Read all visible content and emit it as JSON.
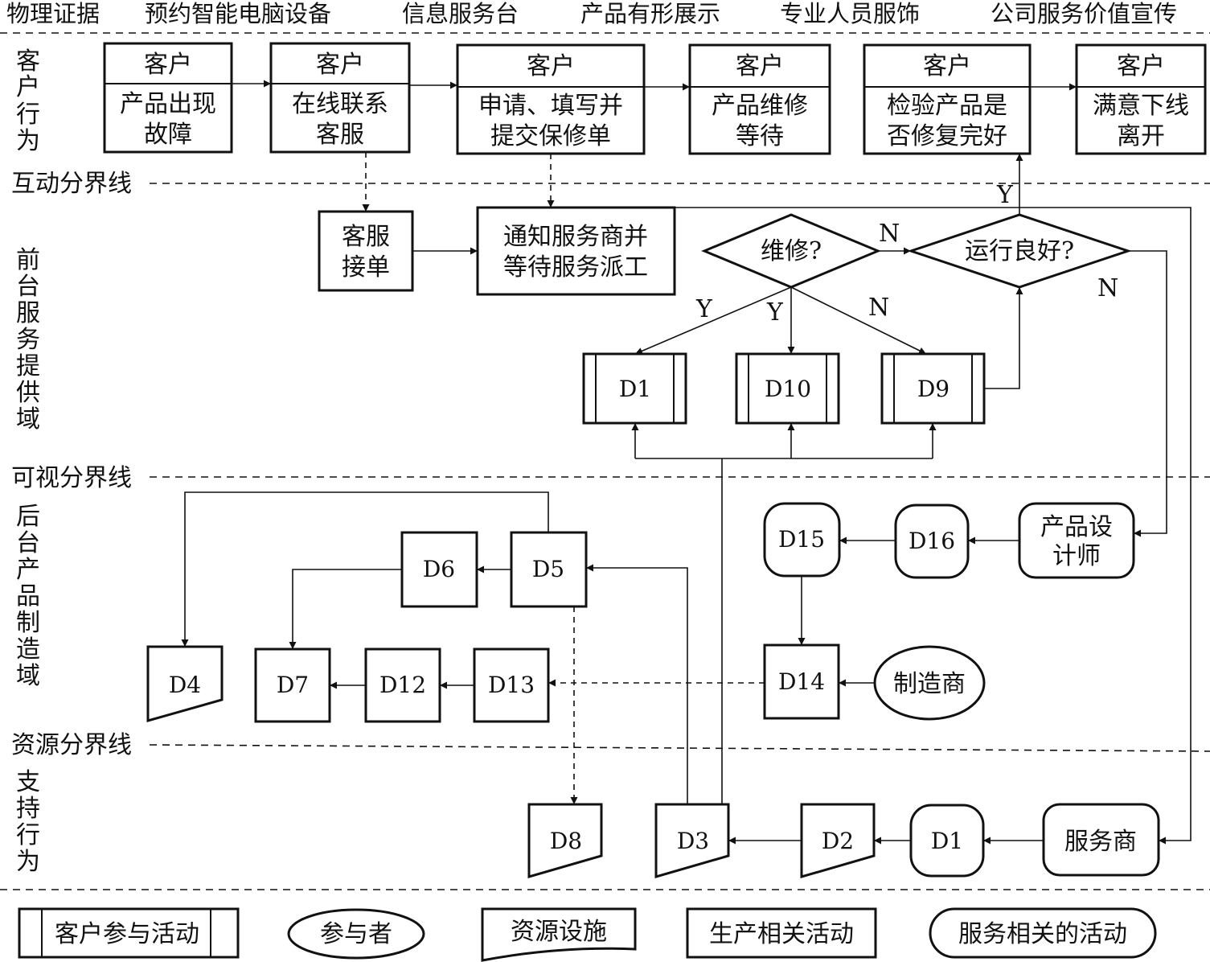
{
  "evidence": [
    "物理证据",
    "预约智能电脑设备",
    "信息服务台",
    "产品有形展示",
    "专业人员服饰",
    "公司服务价值宣传"
  ],
  "lanes": {
    "customer": "客户行为",
    "front": "前台服务提供域",
    "back": "后台产品制造域",
    "support": "支持行为"
  },
  "lines": {
    "interaction": "互动分界线",
    "visibility": "可视分界线",
    "resource": "资源分界线"
  },
  "customer_steps": [
    {
      "head": "客户",
      "l1": "产品出现",
      "l2": "故障"
    },
    {
      "head": "客户",
      "l1": "在线联系",
      "l2": "客服"
    },
    {
      "head": "客户",
      "l1": "申请、填写并",
      "l2": "提交保修单"
    },
    {
      "head": "客户",
      "l1": "产品维修",
      "l2": "等待"
    },
    {
      "head": "客户",
      "l1": "检验产品是",
      "l2": "否修复完好"
    },
    {
      "head": "客户",
      "l1": "满意下线",
      "l2": "离开"
    }
  ],
  "front": {
    "kefu": {
      "l1": "客服",
      "l2": "接单"
    },
    "notify": {
      "l1": "通知服务商并",
      "l2": "等待服务派工"
    },
    "repair_q": "维修?",
    "running_q": "运行良好?",
    "D1": "D1",
    "D10": "D10",
    "D9": "D9",
    "yes": "Y",
    "no": "N"
  },
  "back": {
    "D15": "D15",
    "D16": "D16",
    "designer": {
      "l1": "产品设",
      "l2": "计师"
    },
    "D6": "D6",
    "D5": "D5",
    "D4": "D4",
    "D7": "D7",
    "D12": "D12",
    "D13": "D13",
    "D14": "D14",
    "maker": "制造商"
  },
  "support": {
    "D8": "D8",
    "D3": "D3",
    "D2": "D2",
    "D1": "D1",
    "provider": "服务商"
  },
  "legend": [
    "客户参与活动",
    "参与者",
    "资源设施",
    "生产相关活动",
    "服务相关的活动"
  ]
}
